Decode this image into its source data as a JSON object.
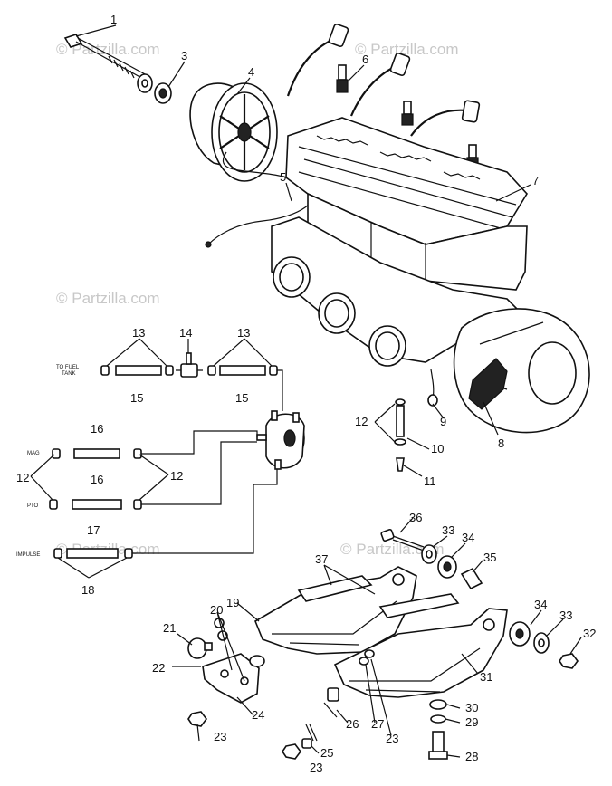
{
  "watermark": "© Partzilla.com",
  "callouts": {
    "c1": "1",
    "c3": "3",
    "c4": "4",
    "c5": "5",
    "c6": "6",
    "c7": "7",
    "c8": "8",
    "c9": "9",
    "c10": "10",
    "c11": "11",
    "c12a": "12",
    "c12b": "12",
    "c12c": "12",
    "c13a": "13",
    "c13b": "13",
    "c14": "14",
    "c15a": "15",
    "c15b": "15",
    "c16a": "16",
    "c16b": "16",
    "c17": "17",
    "c18": "18",
    "c19": "19",
    "c20": "20",
    "c21": "21",
    "c22": "22",
    "c23a": "23",
    "c23b": "23",
    "c23c": "23",
    "c24": "24",
    "c25": "25",
    "c26": "26",
    "c27": "27",
    "c28": "28",
    "c29": "29",
    "c30": "30",
    "c31": "31",
    "c32": "32",
    "c33a": "33",
    "c33b": "33",
    "c34a": "34",
    "c34b": "34",
    "c35": "35",
    "c36": "36",
    "c37": "37"
  },
  "labels": {
    "to_fuel_tank_1": "TO FUEL",
    "to_fuel_tank_2": "TANK",
    "mag": "MAG",
    "pto": "PTO",
    "impulse": "IMPULSE"
  }
}
